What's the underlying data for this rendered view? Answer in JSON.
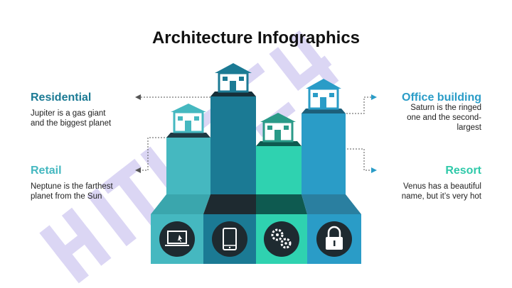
{
  "title": "Architecture Infographics",
  "items": [
    {
      "heading": "Residential",
      "desc1": "Jupiter is a gas giant",
      "desc2": "and the biggest planet",
      "color": "#1b7a94"
    },
    {
      "heading": "Retail",
      "desc1": "Neptune is the farthest",
      "desc2": "planet from the Sun",
      "color": "#45b8c0"
    },
    {
      "heading": "Office building",
      "desc1": "Saturn is the ringed",
      "desc2": "one and the second-",
      "desc3": "largest",
      "color": "#2a9cc7"
    },
    {
      "heading": "Resort",
      "desc1": "Venus has a beautiful",
      "desc2": "name, but it’s very hot",
      "color": "#2fc9a9"
    }
  ],
  "icons": [
    "laptop-icon",
    "smartphone-icon",
    "gears-icon",
    "padlock-icon"
  ],
  "colors": {
    "teal_dark": "#1b7a94",
    "teal_light": "#45b8c0",
    "mint": "#2fd2b0",
    "blue": "#2a9cc7",
    "charcoal": "#1e2a30"
  }
}
